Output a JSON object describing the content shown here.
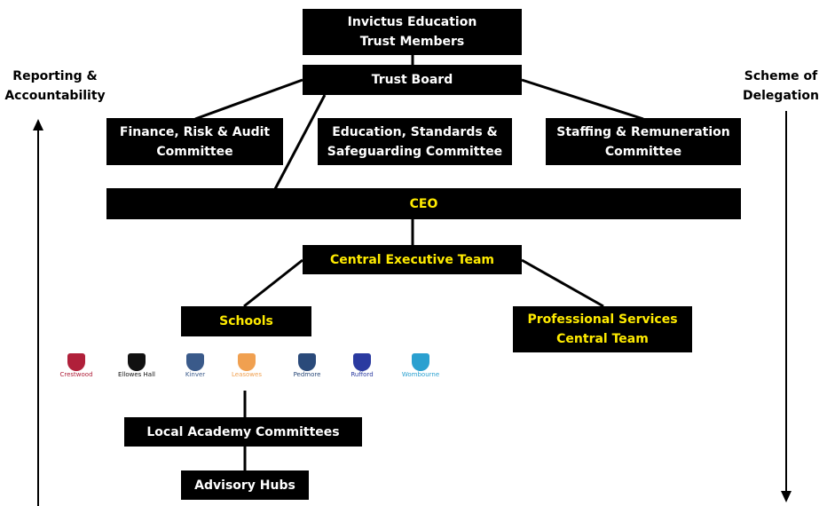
{
  "members": "Invictus Education Trust Members",
  "trust_board": "Trust Board",
  "committees": [
    "Finance, Risk & Audit Committee",
    "Education, Standards & Safeguarding Committee",
    "Staffing & Remuneration Committee"
  ],
  "ceo": "CEO",
  "central_exec": "Central Executive Team",
  "schools": "Schools",
  "professional_services": "Professional Services Central Team",
  "local_academy": "Local Academy Committees",
  "advisory_hubs": "Advisory Hubs",
  "left_label": "Reporting & Accountability",
  "right_label": "Scheme of Delegation",
  "school_logos": [
    {
      "name": "Crestwood",
      "color": "#b0203a"
    },
    {
      "name": "Ellowes Hall",
      "color": "#111111"
    },
    {
      "name": "Kinver",
      "color": "#3a5a8a"
    },
    {
      "name": "Leasowes",
      "color": "#f0a050"
    },
    {
      "name": "Pedmore",
      "color": "#2a4a7a"
    },
    {
      "name": "Rufford",
      "color": "#2a3aa0"
    },
    {
      "name": "Wombourne",
      "color": "#2aa0d0"
    }
  ],
  "colors": {
    "box": "#000000",
    "highlight": "#ffeb00"
  }
}
